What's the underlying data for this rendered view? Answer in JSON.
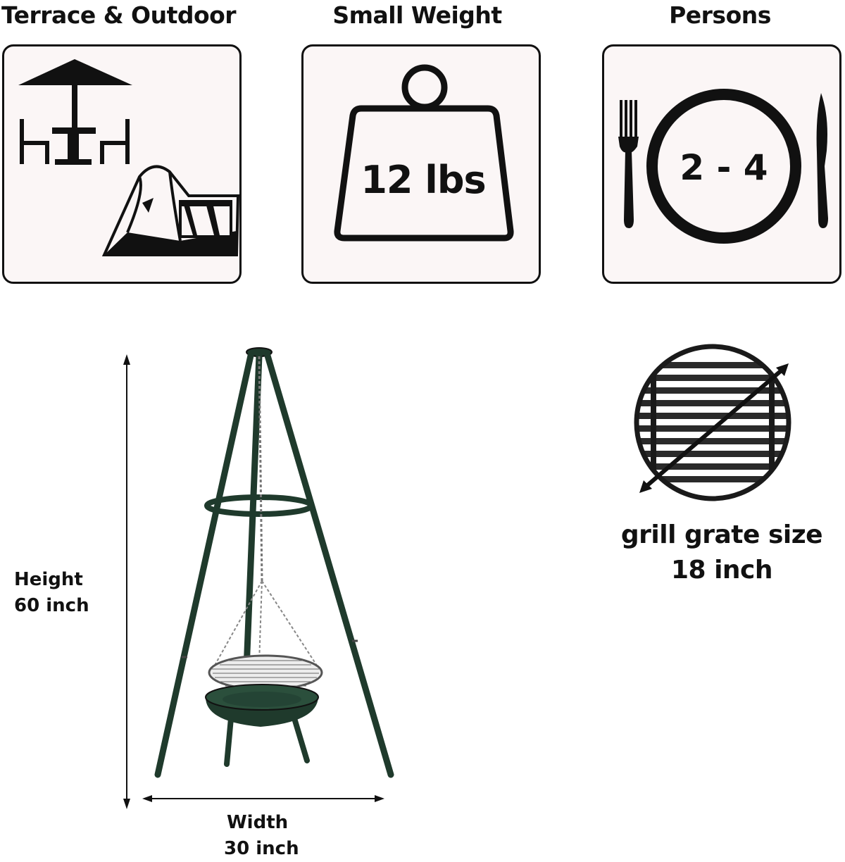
{
  "features": {
    "terrace": {
      "title": "Terrace & Outdoor"
    },
    "weight": {
      "title": "Small Weight",
      "value": "12 lbs"
    },
    "persons": {
      "title": "Persons",
      "value": "2 - 4"
    }
  },
  "dimensions": {
    "height_label": "Height",
    "height_value": "60 inch",
    "width_label": "Width",
    "width_value": "30 inch"
  },
  "grate": {
    "label": "grill grate size",
    "value": "18 inch"
  },
  "colors": {
    "card_background": "#fbf6f6",
    "icon_black": "#111111",
    "grill_green": "#1f3a2c"
  }
}
